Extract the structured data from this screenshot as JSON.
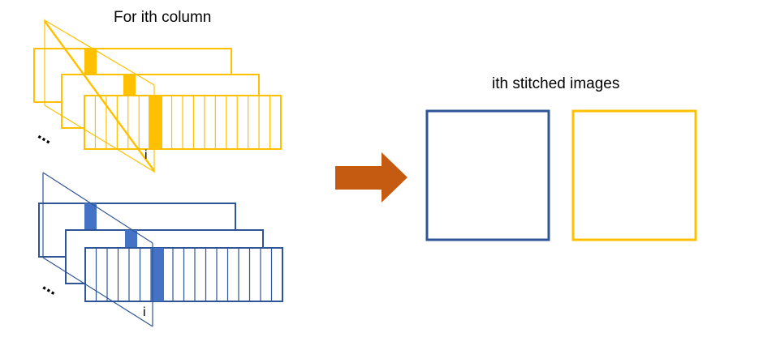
{
  "title_left": "For ith column",
  "title_right": "ith stitched images",
  "index_label": "i",
  "ellipsis": "...",
  "colors": {
    "yellow": "#FFC000",
    "blue": "#2F5597",
    "blue_fill": "#4472C4",
    "arrow": "#C55A11"
  },
  "arrow_icon": "right-arrow-icon"
}
